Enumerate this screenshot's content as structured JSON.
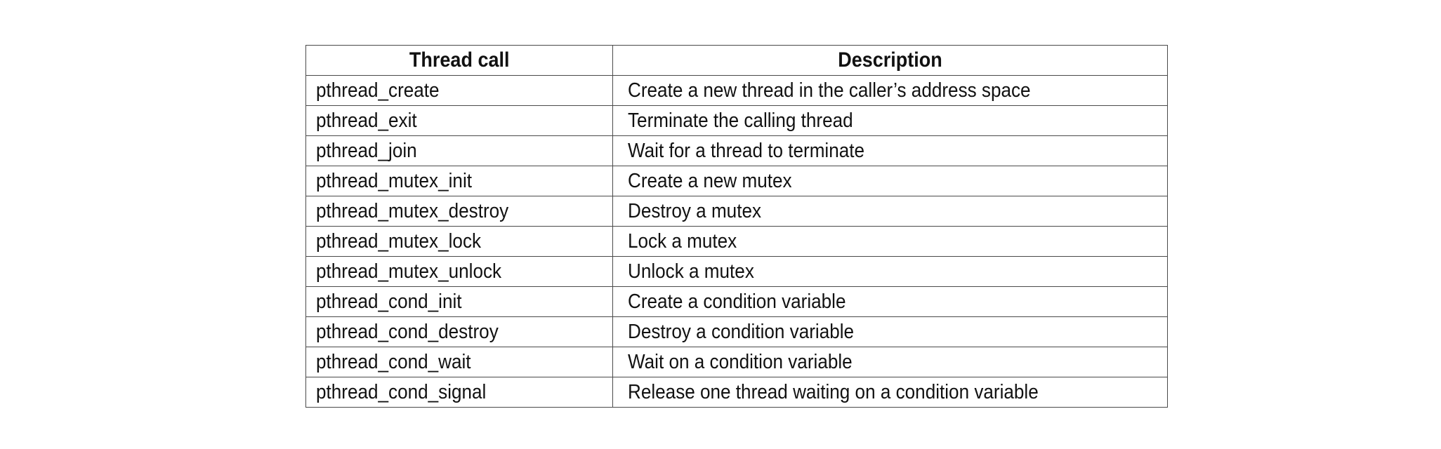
{
  "table": {
    "headers": [
      "Thread call",
      "Description"
    ],
    "rows": [
      {
        "call": "pthread_create",
        "description": "Create a new thread in the caller’s address space"
      },
      {
        "call": "pthread_exit",
        "description": "Terminate the calling thread"
      },
      {
        "call": "pthread_join",
        "description": "Wait for a thread to terminate"
      },
      {
        "call": "pthread_mutex_init",
        "description": "Create a new mutex"
      },
      {
        "call": "pthread_mutex_destroy",
        "description": "Destroy a mutex"
      },
      {
        "call": "pthread_mutex_lock",
        "description": "Lock a mutex"
      },
      {
        "call": "pthread_mutex_unlock",
        "description": "Unlock a mutex"
      },
      {
        "call": "pthread_cond_init",
        "description": "Create a condition variable"
      },
      {
        "call": "pthread_cond_destroy",
        "description": "Destroy a condition variable"
      },
      {
        "call": "pthread_cond_wait",
        "description": "Wait on a condition variable"
      },
      {
        "call": "pthread_cond_signal",
        "description": "Release one thread waiting on a condition variable"
      }
    ]
  }
}
